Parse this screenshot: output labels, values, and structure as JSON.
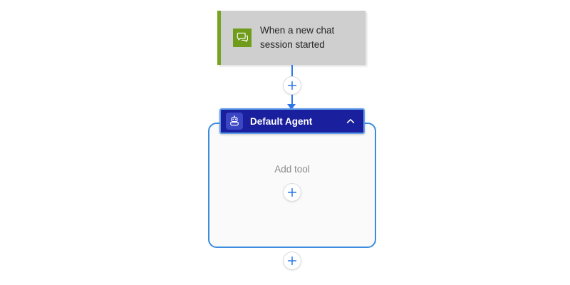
{
  "canvas": {
    "background": "#ffffff"
  },
  "trigger": {
    "label": "When a new chat\nsession started",
    "icon": "chat-bubbles-icon",
    "accent_color": "#76a320",
    "icon_background": "#6f9d1b",
    "card_background": "#cfcfcf"
  },
  "agent": {
    "title": "Default Agent",
    "icon": "robot-icon",
    "collapse_icon": "chevron-up-icon",
    "header_color": "#1a1f9e",
    "selection_color": "#5b9bea",
    "icon_background": "#3b46c4",
    "container_border": "#3a8dde",
    "container_background": "#fafafa",
    "add_tool_label": "Add tool"
  },
  "connectors": {
    "line_color": "#2c77e8",
    "plus_icon": "plus-icon",
    "plus_color": "#2c77e8"
  },
  "buttons": {
    "add_step_top": "+",
    "add_tool": "+",
    "add_step_bottom": "+"
  }
}
